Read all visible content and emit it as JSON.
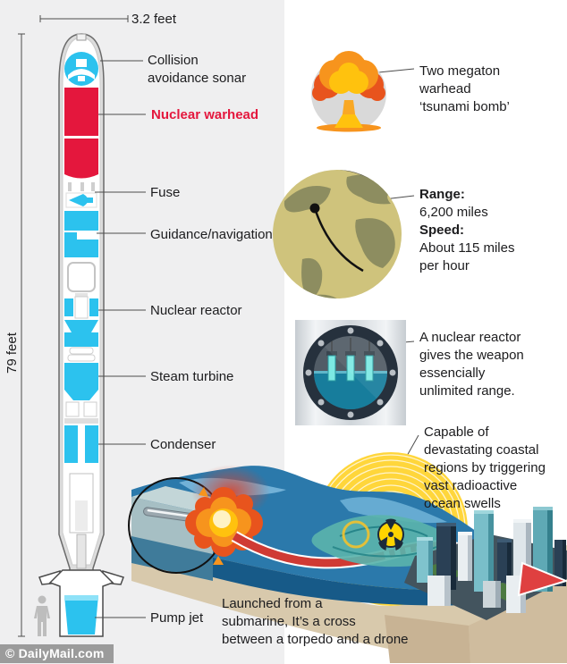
{
  "page": {
    "watermark": "© DailyMail.com",
    "colors": {
      "panel": "#efeff0",
      "accent_red": "#e4173d",
      "component_blue": "#2cc2ee"
    }
  },
  "torpedo": {
    "width_label": "3.2 feet",
    "length_label": "79 feet",
    "parts": [
      {
        "name": "collision-avoidance-sonar",
        "label": "Collision\navoidance sonar"
      },
      {
        "name": "nuclear-warhead",
        "label": "Nuclear warhead"
      },
      {
        "name": "fuse",
        "label": "Fuse"
      },
      {
        "name": "guidance-navigation",
        "label": "Guidance/navigation"
      },
      {
        "name": "nuclear-reactor",
        "label": "Nuclear reactor"
      },
      {
        "name": "steam-turbine",
        "label": "Steam turbine"
      },
      {
        "name": "condenser",
        "label": "Condenser"
      },
      {
        "name": "pump-jet",
        "label": "Pump jet"
      }
    ]
  },
  "facts": {
    "warhead": {
      "icon": "mushroom-cloud-icon",
      "text": "Two megaton\nwarhead\n‘tsunami bomb’"
    },
    "range": {
      "icon": "globe-icon",
      "range_label": "Range:",
      "range_value": "6,200 miles",
      "speed_label": "Speed:",
      "speed_value": "About 115 miles\nper hour"
    },
    "reactor": {
      "icon": "reactor-porthole-icon",
      "text": "A nuclear reactor\ngives the weapon\nessencially\nunlimited range."
    },
    "coastal": {
      "icon": "coastal-blast-scene",
      "text": "Capable of\ndevastating coastal\nregions by triggering\nvast radioactive\nocean swells"
    }
  },
  "scene": {
    "caption": "Launched from a\nsubmarine, It’s a cross\nbetween a torpedo and a drone"
  }
}
